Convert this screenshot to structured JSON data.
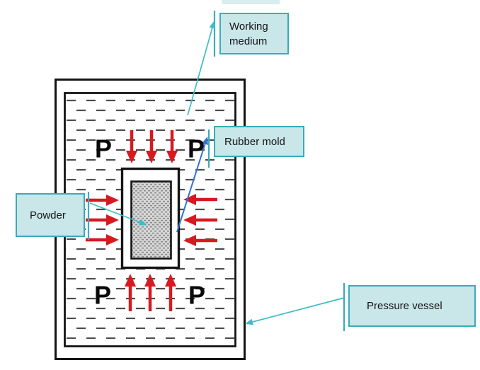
{
  "labels": {
    "working_medium": "Working medium",
    "rubber_mold": "Rubber mold",
    "powder": "Powder",
    "pressure_vessel": "Pressure vessel",
    "pressure_symbol": "P"
  },
  "colors": {
    "label_fill": "#c9e6e9",
    "label_border": "#3aacb8",
    "callout_cyan": "#3dbdc6",
    "callout_blue": "#2f74cc",
    "arrow_red": "#d71920",
    "line_black": "#141414",
    "medium_dash": "#4d4d4d",
    "powder_fill": "#d8d8d8",
    "powder_dot": "#8a8a8a"
  }
}
